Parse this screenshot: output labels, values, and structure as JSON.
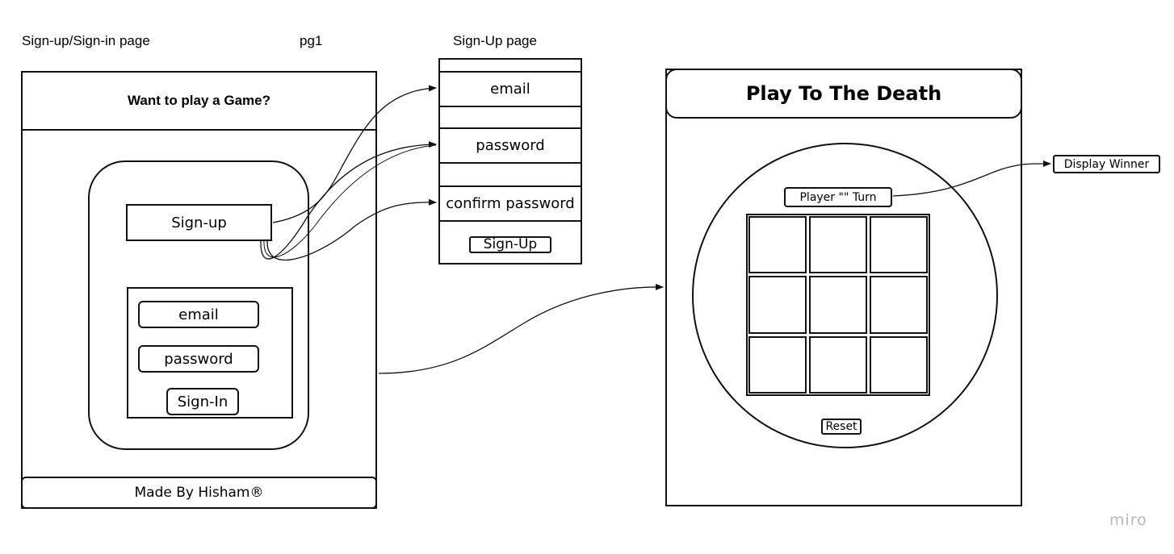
{
  "captions": {
    "page_title": "Sign-up/Sign-in page",
    "page_number": "pg1",
    "signup_page": "Sign-Up page"
  },
  "page1": {
    "header": "Want to play a Game?",
    "signup_button": "Sign-up",
    "signin_email": "email",
    "signin_password": "password",
    "signin_button": "Sign-In",
    "footer": "Made By Hisham®"
  },
  "signup_page": {
    "email": "email",
    "password": "password",
    "confirm_password": "confirm password",
    "button": "Sign-Up"
  },
  "game_page": {
    "title": "Play To The Death",
    "turn_label": "Player \"\" Turn",
    "reset_button": "Reset",
    "display_winner": "Display Winner",
    "board_cells": [
      "",
      "",
      "",
      "",
      "",
      "",
      "",
      "",
      ""
    ]
  },
  "watermark": "miro"
}
